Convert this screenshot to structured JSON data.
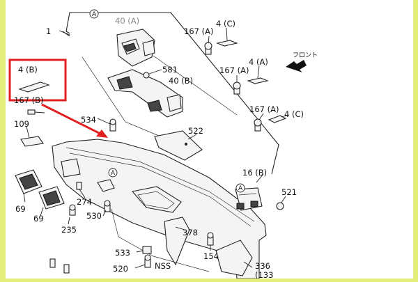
{
  "diagram": {
    "background_color": "#e4ee7a",
    "paper_color": "#ffffff",
    "highlight_color": "#e02020",
    "labels": {
      "p1": "1",
      "p40a_top": "40 (A)",
      "p581": "581",
      "p40b": "40 (B)",
      "p4b": "4 (B)",
      "p167b": "167 (B)",
      "p167a_top": "167 (A)",
      "p4c_top": "4 (C)",
      "p167a_mid": "167 (A)",
      "p4a": "4 (A)",
      "p167a_low": "167 (A)",
      "p4c_low": "4 (C)",
      "front": "フロント",
      "p534": "534",
      "p522": "522",
      "p109": "109",
      "p16b": "16 (B)",
      "p521": "521",
      "p69a": "69",
      "p69b": "69",
      "p274": "274",
      "p530": "530",
      "p235": "235",
      "p378": "378",
      "p154": "154",
      "p533": "533",
      "p520": "520",
      "nss": "NSS",
      "p336": "336",
      "p133": "(133",
      "circle_a": "A"
    }
  }
}
